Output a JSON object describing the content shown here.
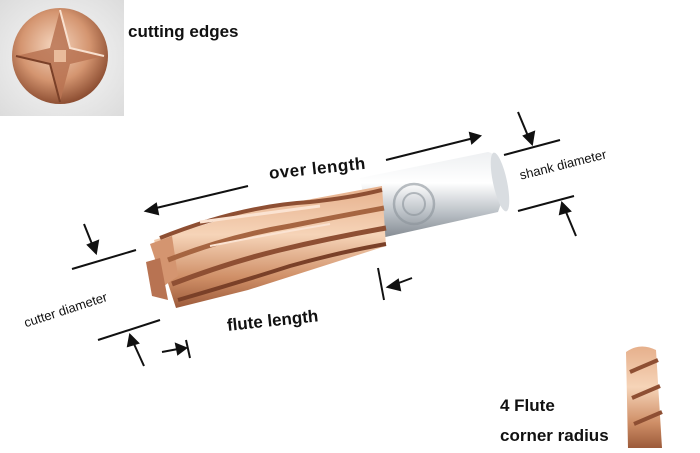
{
  "diagram": {
    "subject": "end mill",
    "labels": {
      "cutting_edges": "cutting edges",
      "over_length": "over length",
      "shank_diameter": "shank diameter",
      "cutter_diameter": "cutter diameter",
      "flute_length": "flute length",
      "flute_count": "4 Flute",
      "corner_radius": "corner radius"
    },
    "colors": {
      "copper_light": "#f3c9a8",
      "copper_mid": "#d89a72",
      "copper_dark": "#9c5a3a",
      "shank_light": "#f4f6f8",
      "shank_mid": "#c9ced4",
      "shank_dark": "#8e959c",
      "inset_bg": "#ececec",
      "text": "#111111"
    }
  }
}
